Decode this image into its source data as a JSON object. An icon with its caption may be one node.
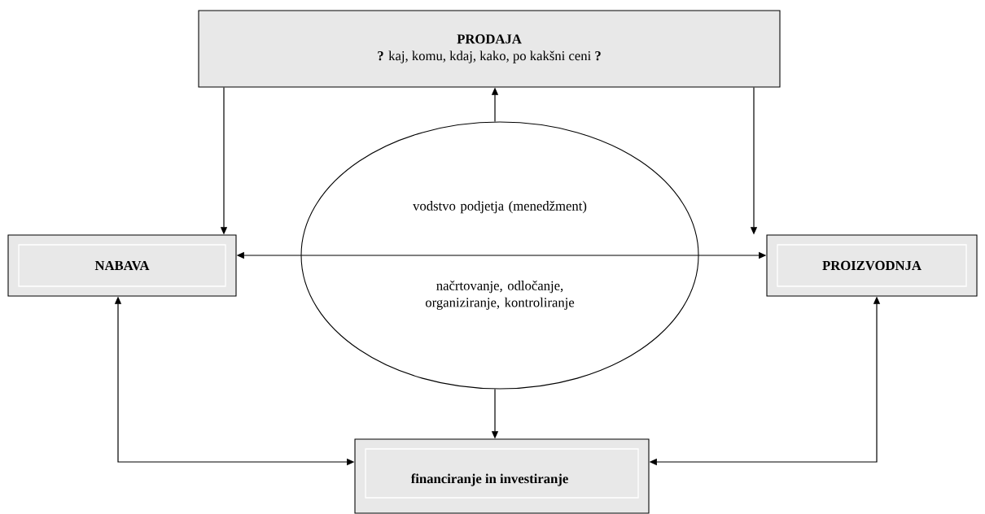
{
  "diagram": {
    "nodes": [
      {
        "text": [
          "PRODAJA",
          "**?**   kaj, komu, kdaj, kako, po kakšni ceni   **?**"
        ]
      },
      {
        "text": [
          "NABAVA"
        ]
      },
      {
        "text": [
          "vodstvo podjetja (menedžment)",
          "načrtovanje, odločanje, organiziranje, kontroliranje"
        ]
      },
      {
        "text": [
          "PROIZVODNJA"
        ]
      },
      {
        "text": [
          "financiranje in investiranje"
        ]
      }
    ],
    "edges": [
      {
        "from": 2,
        "to": 0,
        "arrow": "to"
      },
      {
        "from": 0,
        "to": 1,
        "arrow": "to"
      },
      {
        "from": 0,
        "to": 3,
        "arrow": "to"
      },
      {
        "from": 2,
        "to": 1,
        "arrow": "to"
      },
      {
        "from": 2,
        "to": 3,
        "arrow": "to"
      },
      {
        "from": 2,
        "to": 4,
        "arrow": "to"
      },
      {
        "from": 1,
        "to": 4,
        "arrow": "both"
      },
      {
        "from": 3,
        "to": 4,
        "arrow": "both"
      }
    ]
  }
}
